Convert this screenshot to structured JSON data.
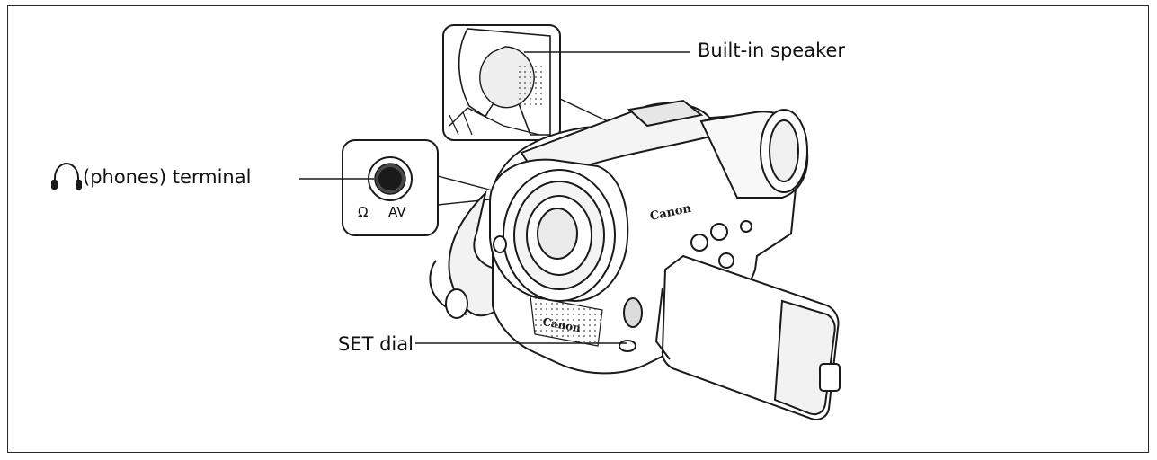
{
  "callouts": {
    "speaker": "Built-in speaker",
    "phones": "(phones) terminal",
    "set_dial": "SET dial"
  },
  "jack": {
    "left_label": "Ω",
    "right_label": "AV"
  },
  "camera": {
    "brand_top": "Canon",
    "brand_front": "Canon"
  },
  "icons": {
    "phones": "headphones-icon"
  },
  "colors": {
    "line": "#1a1a1a",
    "shade": "#cfcfcf",
    "background": "#ffffff"
  }
}
